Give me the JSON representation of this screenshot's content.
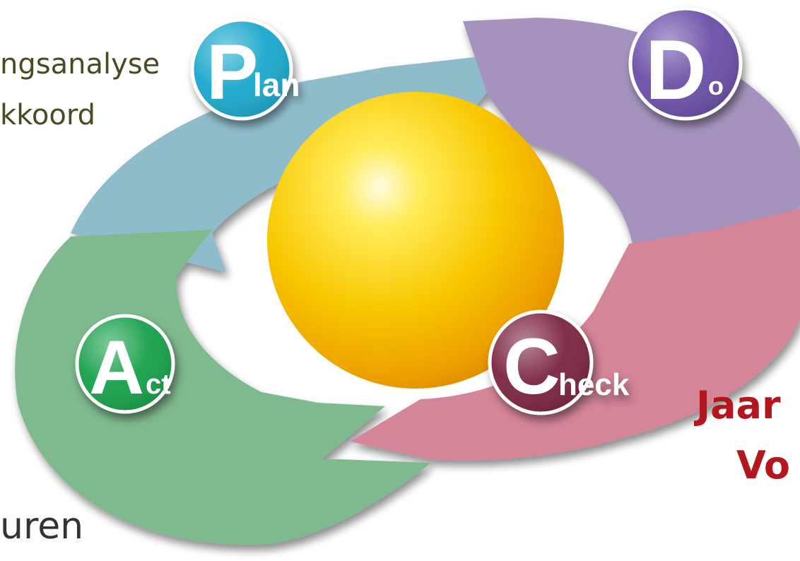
{
  "diagram": {
    "plan": {
      "letter": "P",
      "suffix": "lan",
      "color": "#1aa7cc"
    },
    "do": {
      "letter": "D",
      "suffix": "o",
      "color": "#6b4fa7"
    },
    "check": {
      "letter": "C",
      "suffix": "heck",
      "color": "#7b2440"
    },
    "act": {
      "letter": "A",
      "suffix": "ct",
      "color": "#17a04a"
    },
    "arrow_colors": {
      "plan": "#8fbccb",
      "do": "#a593be",
      "check": "#d48598",
      "act": "#7fb98e"
    },
    "center_sphere_color": "#f6c300"
  },
  "captions": {
    "plan_line1": "ngsanalyse",
    "plan_line2": "kkoord",
    "act_line1": "uren",
    "check_line1": "Jaar",
    "check_line2": "Vo"
  },
  "caption_colors": {
    "plan": "#4b4a22",
    "act": "#333333",
    "check": "#b3161c"
  }
}
